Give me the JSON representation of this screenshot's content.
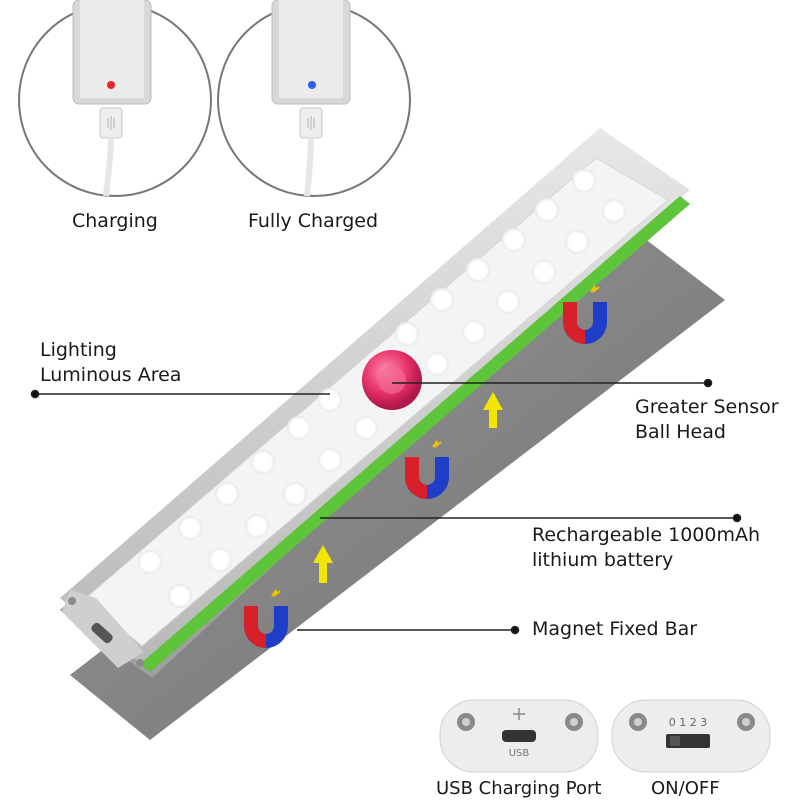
{
  "status_labels": {
    "charging": "Charging",
    "fully_charged": "Fully Charged"
  },
  "callouts": {
    "lighting_area": "Lighting\nLuminous Area",
    "sensor": "Greater Sensor\nBall Head",
    "battery": "Rechargeable 1000mAh\nlithium battery",
    "magnet_bar": "Magnet Fixed Bar"
  },
  "detail_labels": {
    "usb_port": "USB Charging Port",
    "switch": "ON/OFF"
  },
  "port_markings": {
    "usb_text": "USB",
    "switch_positions": "0 1 2 3"
  },
  "colors": {
    "indicator_charging": "#e8262a",
    "indicator_full": "#2a5cf0",
    "accent_strip": "#5ec43a",
    "sensor": "#e83a6a"
  }
}
